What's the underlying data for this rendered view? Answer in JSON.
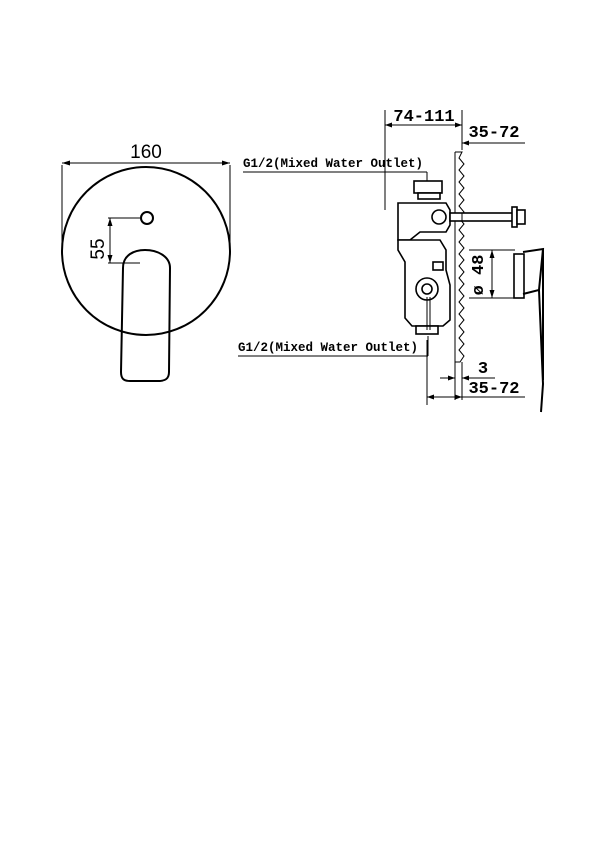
{
  "front_view": {
    "width_dim": "160",
    "height_dim": "55"
  },
  "side_view": {
    "depth_range": "74-111",
    "wall_range_top": "35-72",
    "outlet_top": "G1/2(Mixed Water Outlet)",
    "outlet_bottom": "G1/2(Mixed Water Outlet)",
    "diameter_dim": "ø 48",
    "plate_dim": "3",
    "wall_range_bottom": "35-72"
  }
}
